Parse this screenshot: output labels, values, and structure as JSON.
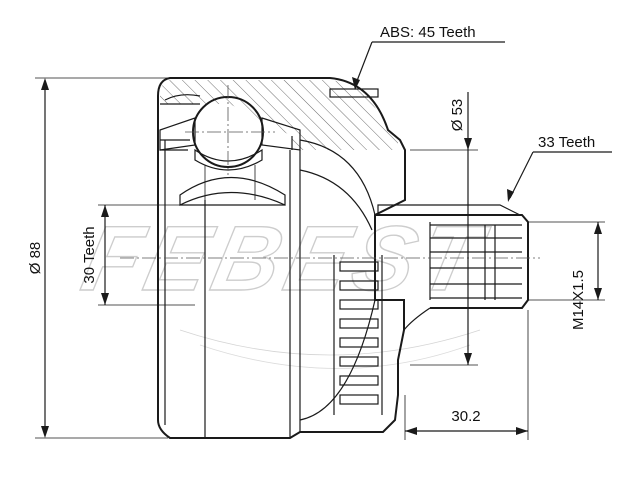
{
  "labels": {
    "abs": "ABS: 45 Teeth",
    "diameter_53": "Ø 53",
    "teeth_33": "33 Teeth",
    "diameter_88": "Ø 88",
    "teeth_30": "30 Teeth",
    "thread": "M14X1.5",
    "length": "30.2"
  },
  "watermark": {
    "text": "FEBEST"
  },
  "colors": {
    "line": "#1a1a1a",
    "watermark": "#c8c8c8"
  }
}
